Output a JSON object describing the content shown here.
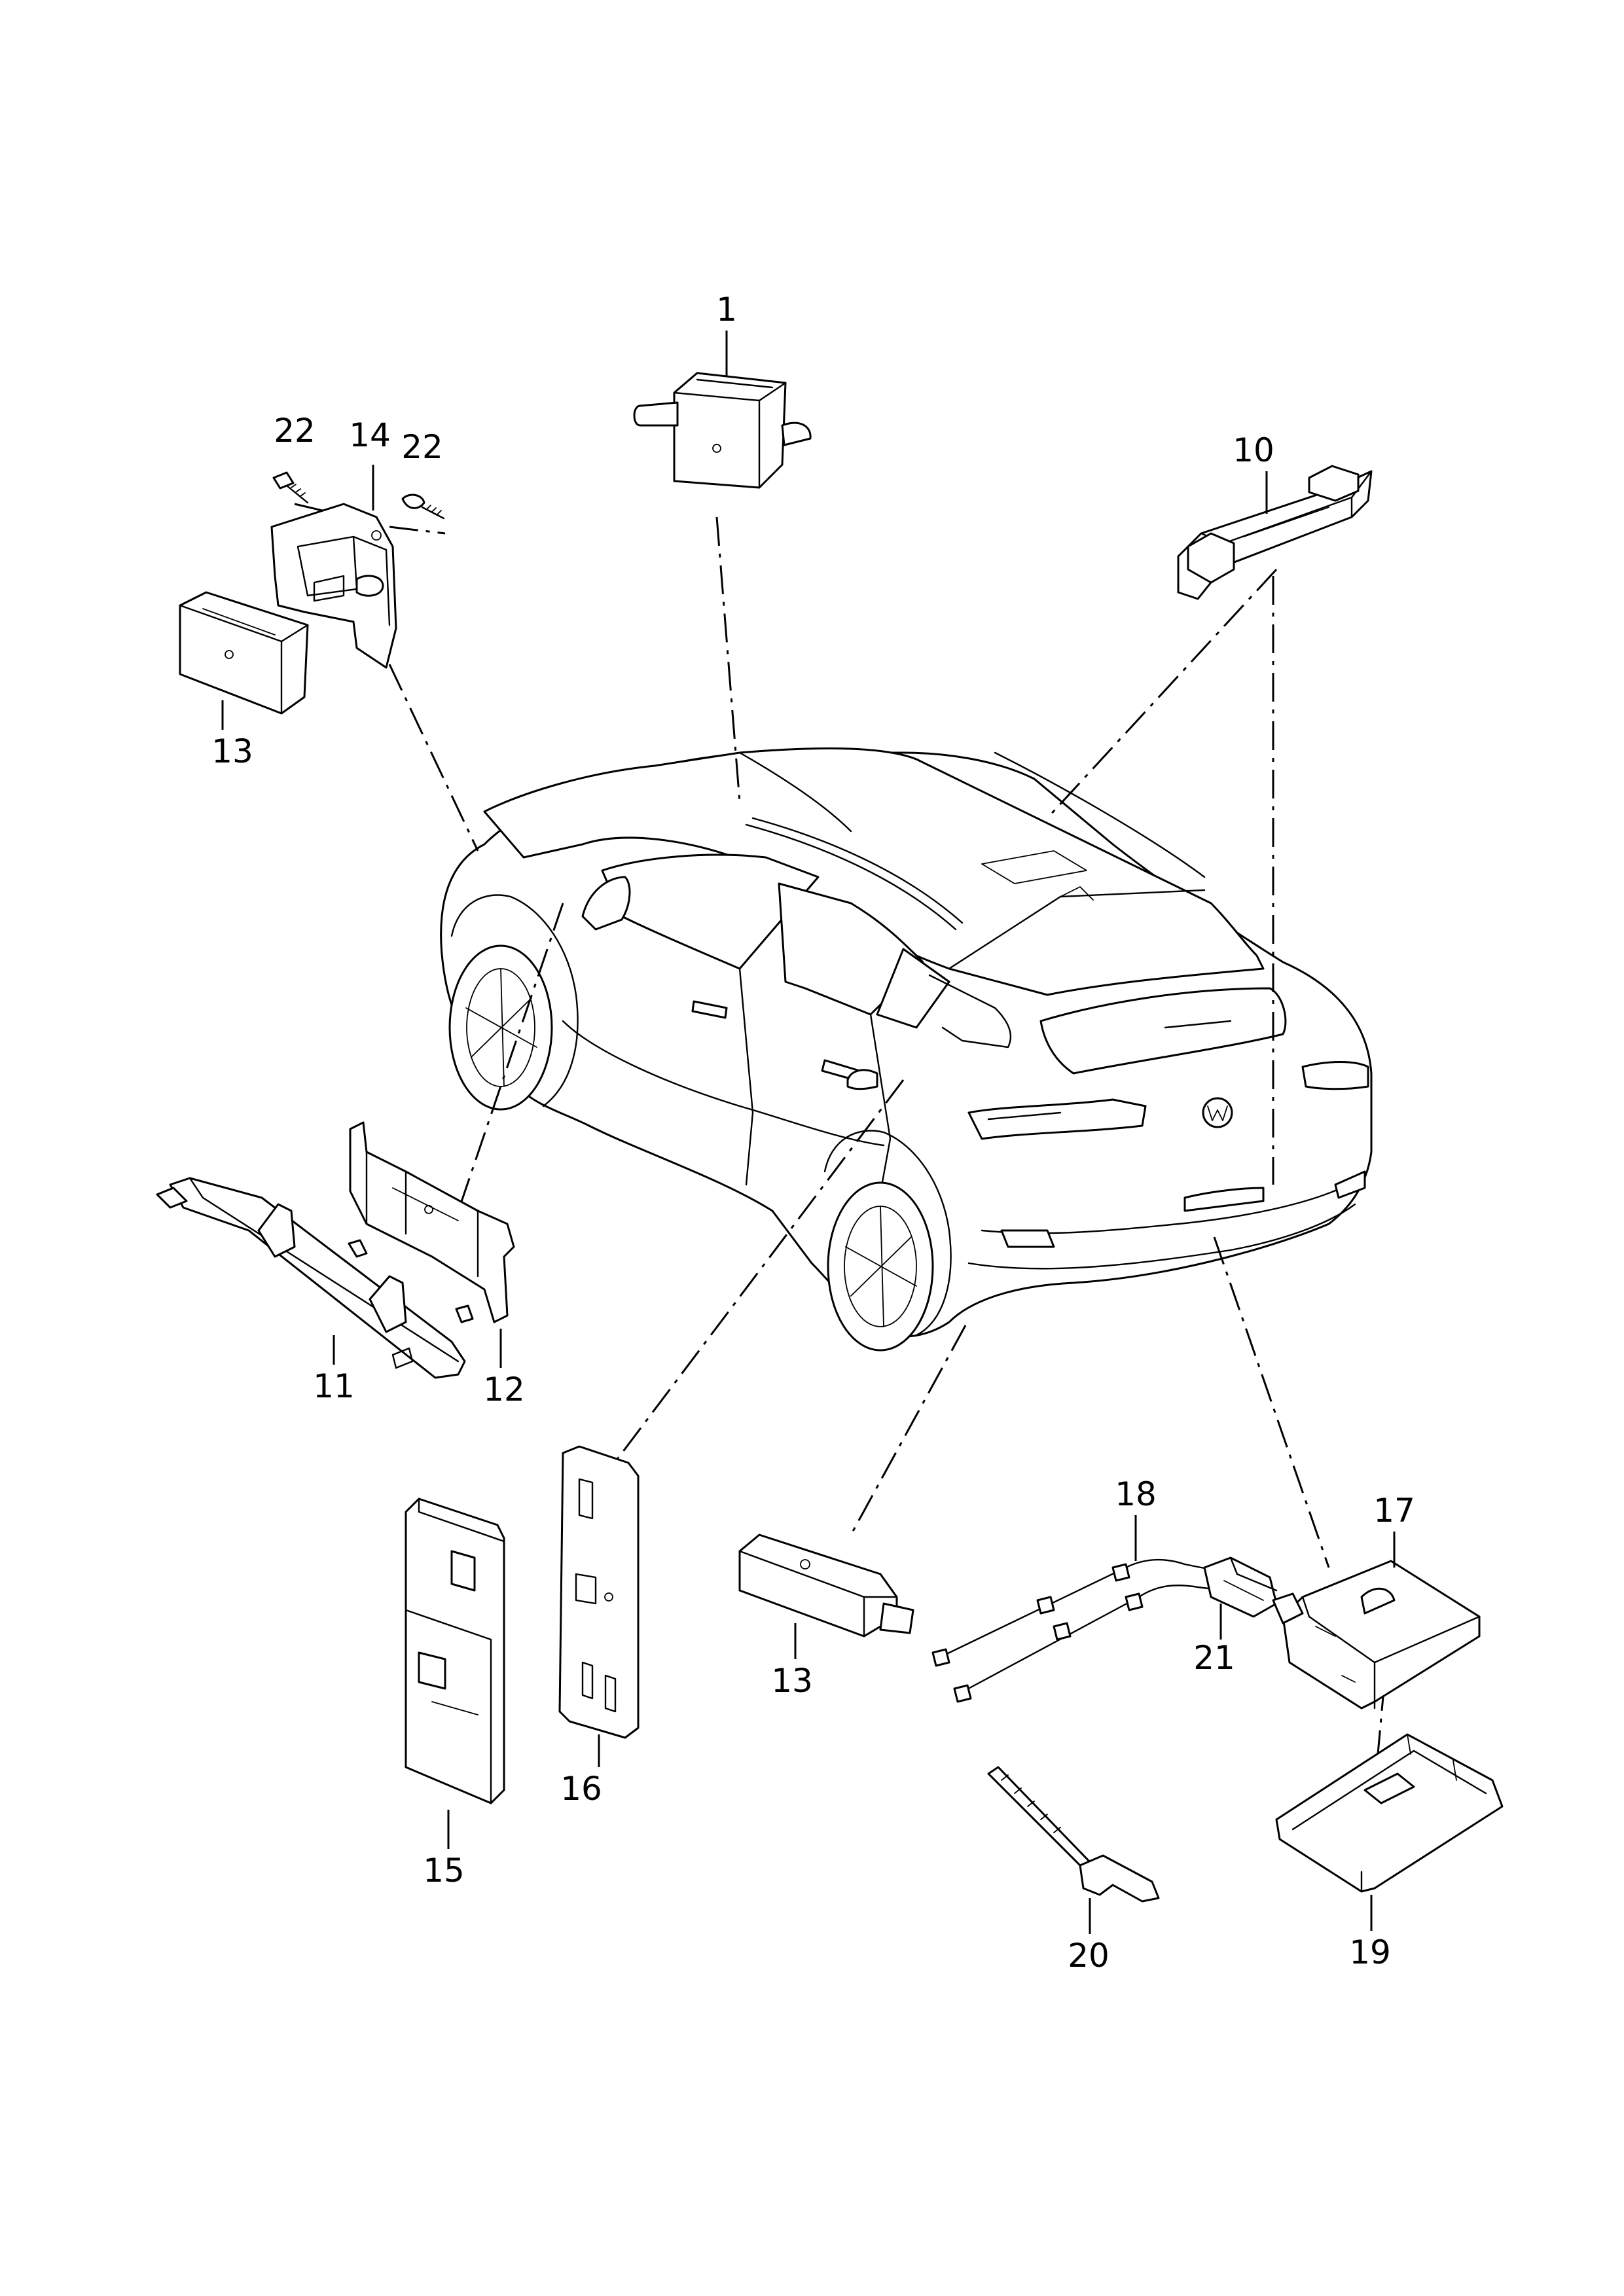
{
  "diagram": {
    "type": "exploded parts diagram",
    "colors": {
      "line": "#000000",
      "background": "#ffffff"
    },
    "callouts": {
      "c1": "1",
      "c10": "10",
      "c11": "11",
      "c12": "12",
      "c13a": "13",
      "c13b": "13",
      "c14": "14",
      "c15": "15",
      "c16": "16",
      "c17": "17",
      "c18": "18",
      "c19": "19",
      "c20": "20",
      "c21": "21",
      "c22a": "22",
      "c22b": "22"
    }
  }
}
